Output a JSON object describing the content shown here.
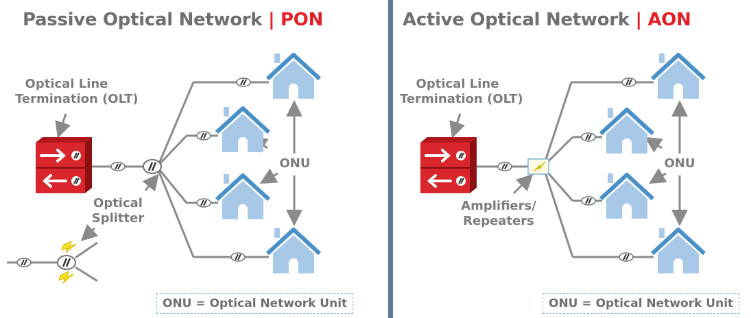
{
  "pon": {
    "title_main": "Passive Optical Network",
    "title_sep": "|",
    "title_acronym": "PON",
    "olt_label_line1": "Optical Line",
    "olt_label_line2": "Termination (OLT)",
    "component_label_line1": "Optical",
    "component_label_line2": "Splitter",
    "onu_label": "ONU",
    "legend": "ONU = Optical Network Unit"
  },
  "aon": {
    "title_main": "Active Optical Network",
    "title_sep": "|",
    "title_acronym": "AON",
    "olt_label_line1": "Optical Line",
    "olt_label_line2": "Termination (OLT)",
    "component_label_line1": "Amplifiers/",
    "component_label_line2": "Repeaters",
    "onu_label": "ONU",
    "legend": "ONU = Optical Network Unit"
  },
  "colors": {
    "title_gray": "#6d6f71",
    "accent_red": "#e31e24",
    "house_blue": "#a8c8e8",
    "roof_blue": "#4a90c8",
    "fiber_gray": "#8a8a8a",
    "divider": "#5b7a93",
    "spark_yellow": "#f6e321"
  },
  "icons": [
    "olt-device-icon",
    "house-icon",
    "fiber-connector-icon",
    "optical-splitter-icon",
    "amplifier-icon",
    "lightning-icon"
  ]
}
